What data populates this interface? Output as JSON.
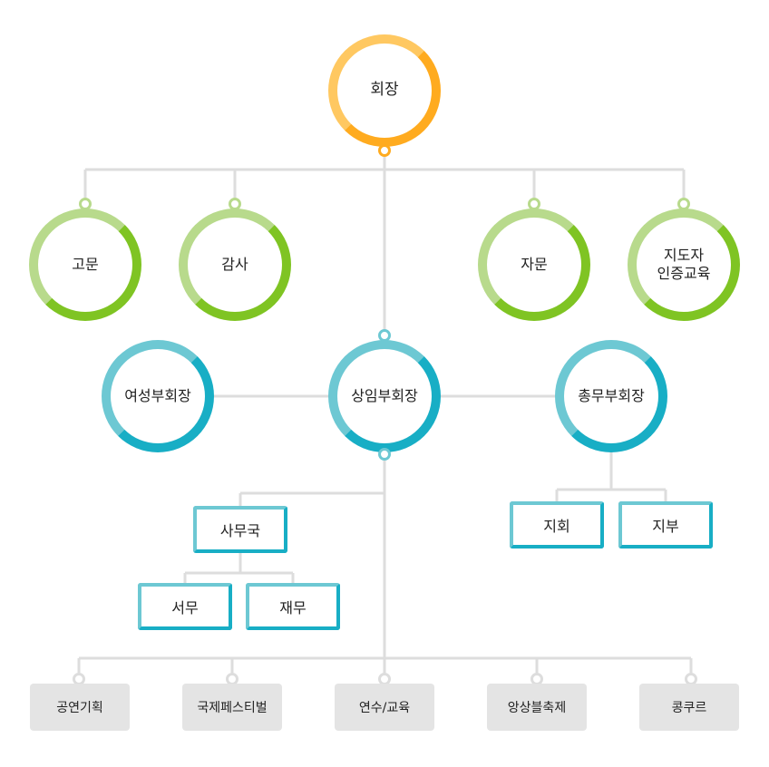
{
  "colors": {
    "orange": "#ffab1f",
    "green": "#7fc423",
    "teal": "#18aec5",
    "gray": "#e4e4e4",
    "line": "#dddddd"
  },
  "president": "회장",
  "advisors": {
    "a1": "고문",
    "a2": "감사",
    "a3": "자문",
    "a4_line1": "지도자",
    "a4_line2": "인증교육"
  },
  "vice": {
    "women": "여성부회장",
    "standing": "상임부회장",
    "general": "총무부회장"
  },
  "offices": {
    "secretariat": "사무국",
    "general_affairs": "서무",
    "finance": "재무",
    "branch": "지회",
    "chapter": "지부"
  },
  "divisions": [
    "공연기획",
    "국제페스티벌",
    "연수/교육",
    "앙상블축제",
    "콩쿠르"
  ]
}
